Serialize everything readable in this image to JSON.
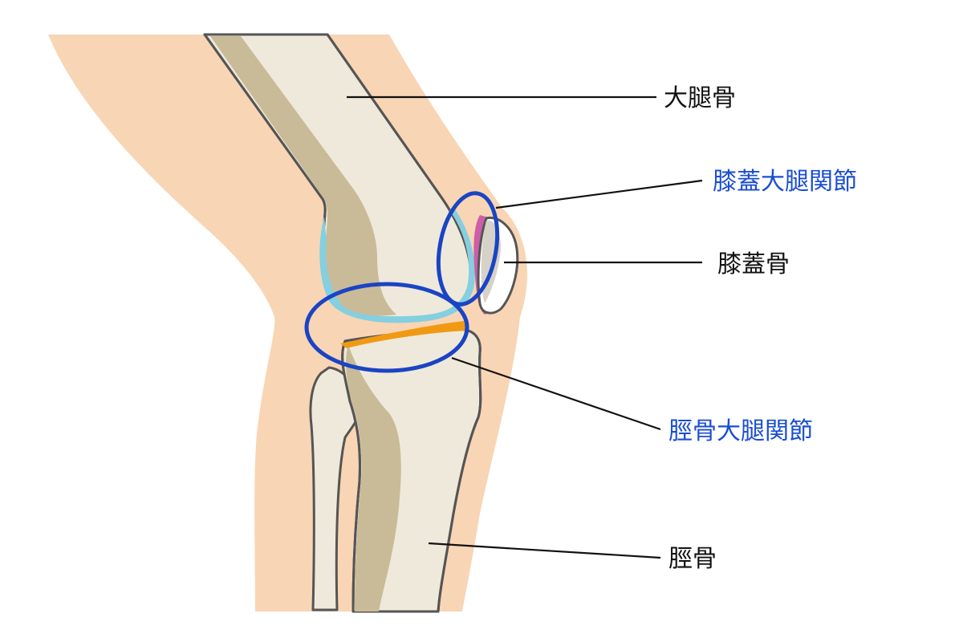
{
  "labels": {
    "femur": "大腿骨",
    "patellofemoral_joint": "膝蓋大腿関節",
    "patella": "膝蓋骨",
    "tibiofemoral_joint": "脛骨大腿関節",
    "tibia": "脛骨"
  },
  "colors": {
    "skin": "#f8d5b5",
    "bone": "#efe9db",
    "bone_shadow": "#c9bb98",
    "outline": "#555555",
    "cartilage_femur": "#84cfe0",
    "cartilage_patella": "#cc5fa8",
    "meniscus": "#f09a14",
    "joint_circle": "#1a44c4",
    "label_black": "#111111",
    "label_blue": "#1a4dd1"
  }
}
